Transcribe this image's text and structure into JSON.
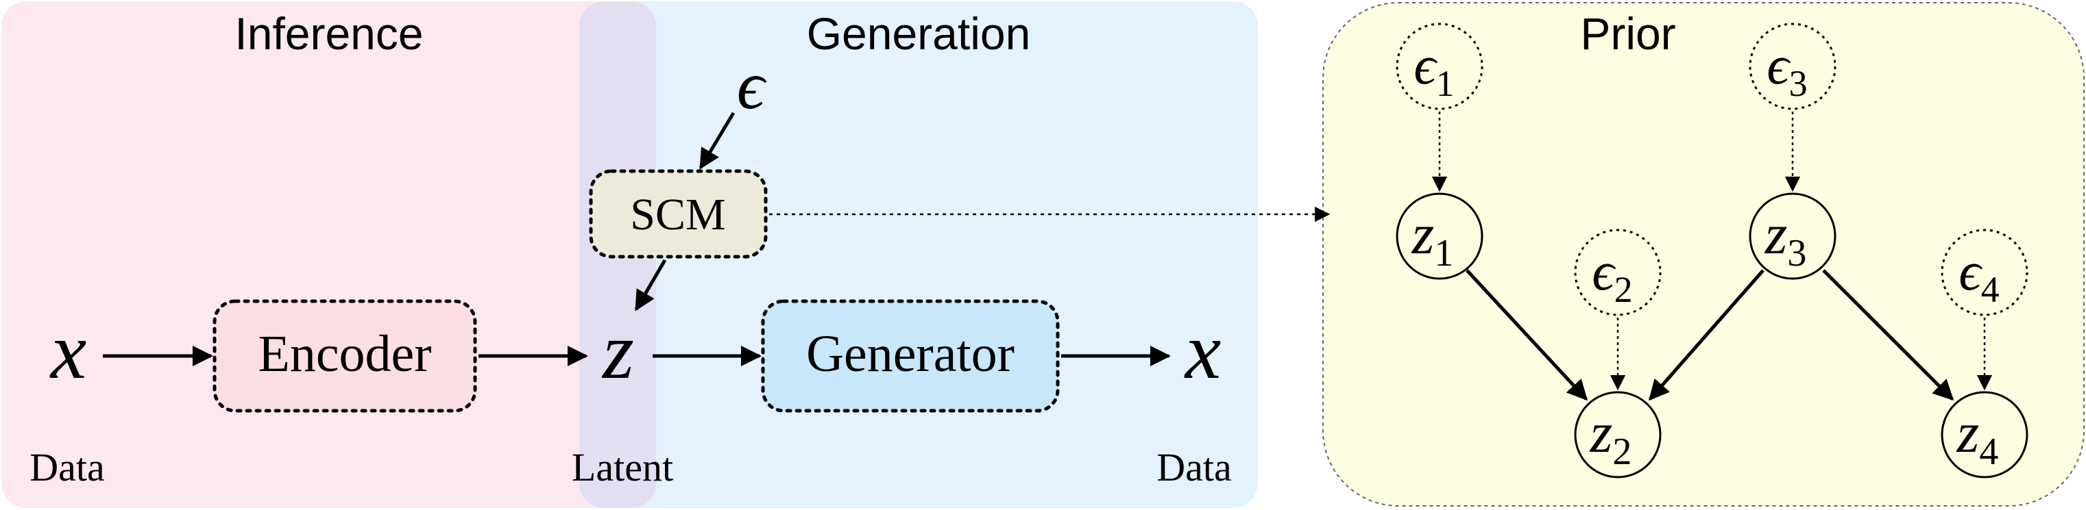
{
  "regions": {
    "inference": "Inference",
    "generation": "Generation",
    "prior": "Prior"
  },
  "nodes": {
    "x_in": "x",
    "encoder": "Encoder",
    "z": "z",
    "generator": "Generator",
    "x_out": "x",
    "scm": "SCM",
    "epsilon": "ϵ"
  },
  "captions": {
    "data_left": "Data",
    "latent": "Latent",
    "data_right": "Data"
  },
  "prior_graph": {
    "noise": [
      {
        "base": "ϵ",
        "sub": "1"
      },
      {
        "base": "ϵ",
        "sub": "2"
      },
      {
        "base": "ϵ",
        "sub": "3"
      },
      {
        "base": "ϵ",
        "sub": "4"
      }
    ],
    "latents": [
      {
        "base": "z",
        "sub": "1"
      },
      {
        "base": "z",
        "sub": "2"
      },
      {
        "base": "z",
        "sub": "3"
      },
      {
        "base": "z",
        "sub": "4"
      }
    ]
  },
  "colors": {
    "inference_bg": "#fce8f0",
    "generation_bg": "#e3f2fc",
    "overlap_bg": "#e4def1",
    "prior_bg": "#fdfde2",
    "encoder_fill": "#fcdfe4",
    "generator_fill": "#c9e7fa",
    "scm_fill": "#ecebd9"
  }
}
